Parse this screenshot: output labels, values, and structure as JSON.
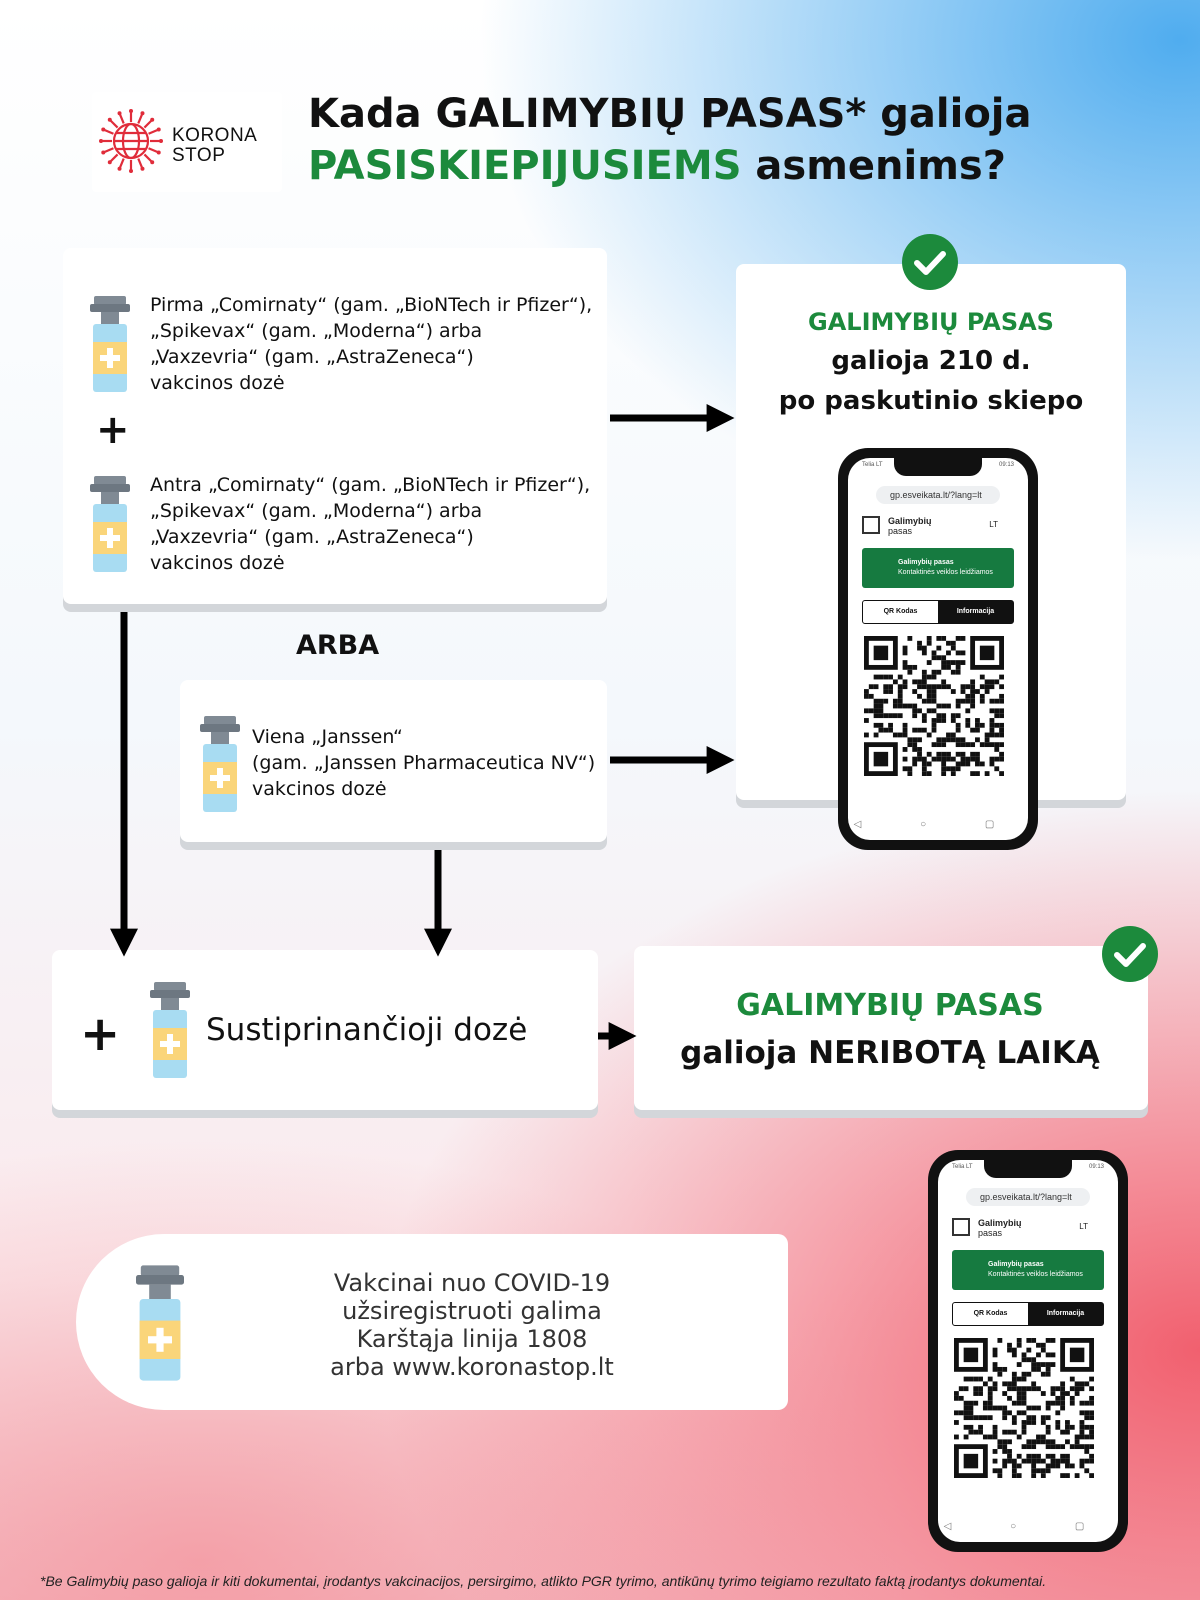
{
  "logo": {
    "line1": "KORONA",
    "line2": "STOP",
    "color": "#e02c3a"
  },
  "title": {
    "part1": "Kada GALIMYBIŲ PASAS* galioja",
    "part2_green": "PASISKIEPIJUSIEMS",
    "part2_rest": " asmenims?"
  },
  "doses": {
    "first": [
      "Pirma „Comirnaty“ (gam. „BioNTech ir Pfizer“),",
      "„Spikevax“ (gam. „Moderna“) arba",
      "„Vaxzevria“ (gam. „AstraZeneca“)",
      "vakcinos dozė"
    ],
    "second": [
      "Antra „Comirnaty“ (gam. „BioNTech ir Pfizer“),",
      "„Spikevax“ (gam. „Moderna“) arba",
      "„Vaxzevria“ (gam. „AstraZeneca“)",
      "vakcinos dozė"
    ],
    "plus": "+",
    "or_label": "ARBA",
    "janssen": [
      "Viena „Janssen“",
      "(gam. „Janssen Pharmaceutica NV“)",
      "vakcinos dozė"
    ],
    "booster": "Sustiprinančioji dozė"
  },
  "result_210": {
    "heading": "GALIMYBIŲ PASAS",
    "line2": "galioja 210 d.",
    "line3": "po paskutinio skiepo"
  },
  "result_unlimited": {
    "heading": "GALIMYBIŲ PASAS",
    "line2": "galioja NERIBOTĄ LAIKĄ"
  },
  "phone": {
    "carrier": "Telia LT",
    "time": "09:13",
    "url": "gp.esveikata.lt/?lang=lt",
    "app_title_1": "Galimybių",
    "app_title_2": "pasas",
    "lang": "LT",
    "status_title": "Galimybių pasas",
    "status_sub": "Kontaktinės veiklos leidžiamos",
    "tab_qr": "QR Kodas",
    "tab_info": "Informacija",
    "nav": "◁ ○ ▢"
  },
  "info": {
    "lines": [
      "Vakcinai nuo COVID-19",
      "užsiregistruoti galima",
      "Karštąja linija 1808",
      "arba www.koronastop.lt"
    ]
  },
  "footnote": "*Be Galimybių paso galioja ir kiti dokumentai, įrodantys vakcinacijos, persirgimo, atlikto PGR tyrimo, antikūnų tyrimo teigiamo rezultato faktą įrodantys dokumentai.",
  "colors": {
    "green": "#1c8a3c",
    "blue": "#46a8ee",
    "red": "#f05262"
  }
}
